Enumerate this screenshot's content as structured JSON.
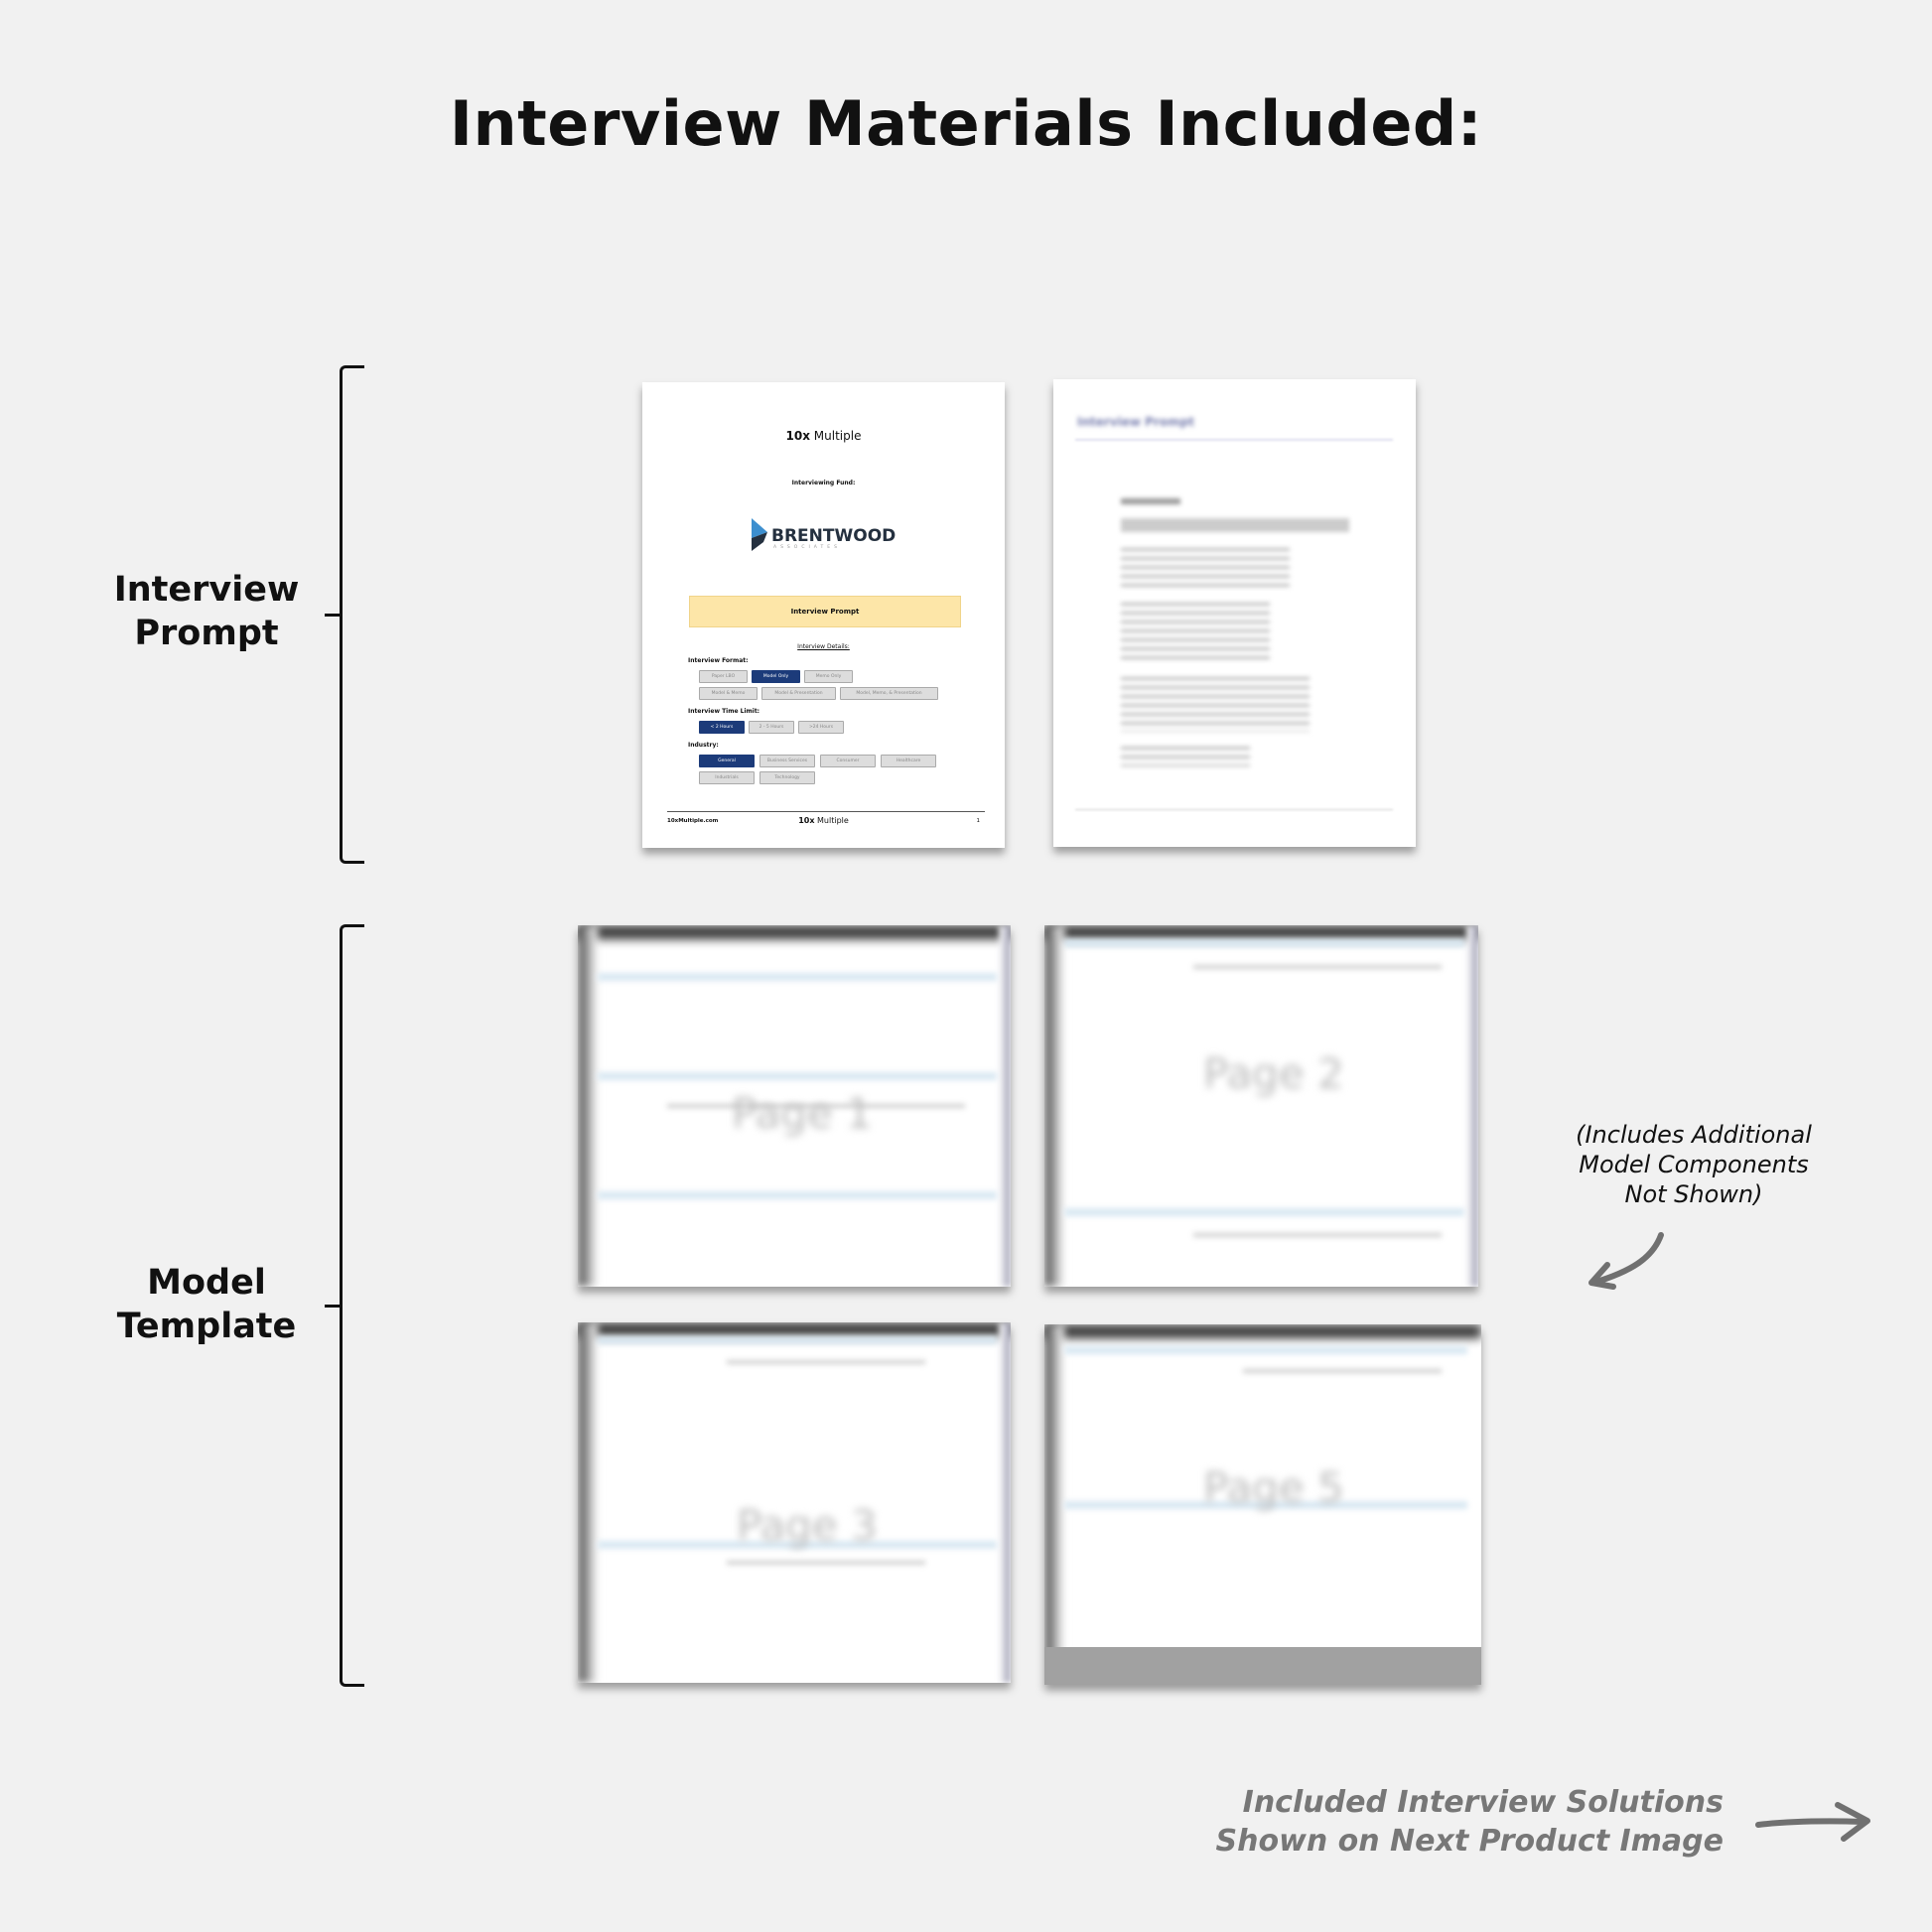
{
  "title": "Interview Materials Included:",
  "sections": {
    "prompt_label": "Interview Prompt",
    "model_label": "Model Template"
  },
  "prompt_page1": {
    "brand_bold": "10x",
    "brand_rest": " Multiple",
    "interviewing_fund_label": "Interviewing Fund:",
    "fund_logo_name": "BRENTWOOD",
    "fund_logo_sub": "ASSOCIATES",
    "banner": "Interview Prompt",
    "details_heading": "Interview Details:",
    "format_label": "Interview Format:",
    "format_options": [
      "Paper LBO",
      "Model Only",
      "Memo Only",
      "Model & Memo",
      "Model & Presentation",
      "Model, Memo, & Presentation"
    ],
    "format_selected": "Model Only",
    "time_label": "Interview Time Limit:",
    "time_options": [
      "< 2 Hours",
      "2 - 5 Hours",
      ">24 Hours"
    ],
    "time_selected": "< 2 Hours",
    "industry_label": "Industry:",
    "industry_options": [
      "General",
      "Business Services",
      "Consumer",
      "Healthcare",
      "Industrials",
      "Technology"
    ],
    "industry_selected": "General",
    "footer_site": "10xMultiple.com",
    "footer_page": "1"
  },
  "prompt_page2": {
    "heading": "Interview Prompt"
  },
  "model_pages": [
    "Page 1",
    "Page 2",
    "Page 3",
    "Page 5"
  ],
  "side_note": [
    "(Includes Additional",
    "Model Components",
    "Not Shown)"
  ],
  "bottom_note": [
    "Included Interview Solutions",
    "Shown on Next Product Image"
  ],
  "colors": {
    "accent_blue": "#1c3b7a",
    "banner_yellow": "#fde6a8",
    "background": "#f1f1f1"
  }
}
